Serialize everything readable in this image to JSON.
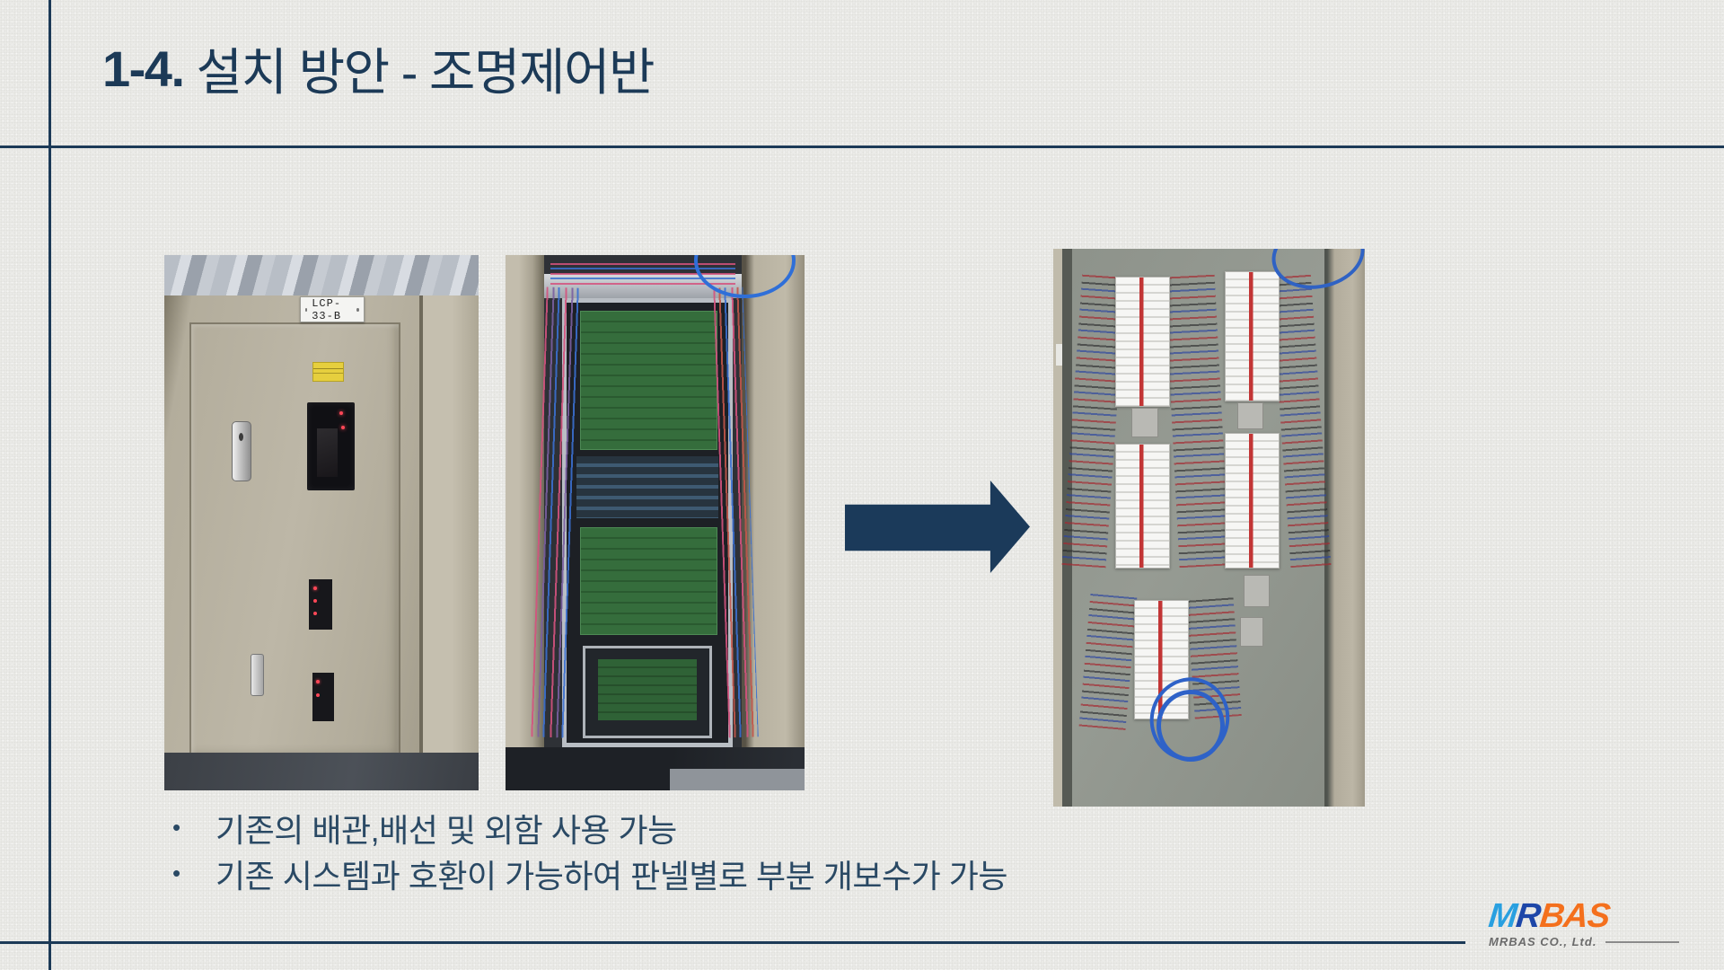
{
  "slide": {
    "title": {
      "number": "1-4.",
      "text": "설치 방안 - 조명제어반"
    },
    "bullets": {
      "marker": "•",
      "items": [
        "기존의 배관,배선 및 외함 사용 가능",
        "기존 시스템과 호환이 가능하여 판넬별로 부분 개보수가 가능"
      ]
    },
    "photos": {
      "before_closed_label": "LCP-33-B"
    },
    "footer": {
      "logo_m": "M",
      "logo_r": "R",
      "logo_bas": "BAS",
      "company": "MRBAS CO., Ltd."
    },
    "colors": {
      "accent_navy": "#1c3a57",
      "background": "#eaeae7",
      "logo_blue": "#29a0e0",
      "logo_dark_blue": "#1d46a8",
      "logo_orange": "#f4701d"
    }
  }
}
